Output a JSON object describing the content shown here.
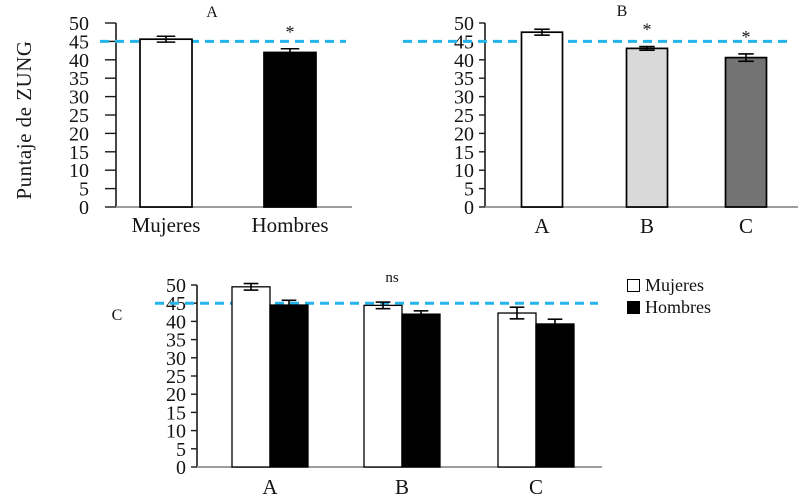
{
  "figure": {
    "ylabel": "Puntaje de ZUNG",
    "reference_line": {
      "value": 45,
      "color": "#24b4ec",
      "style": "dashed"
    },
    "axis_colors": {
      "y_axis": "#1a1a1a",
      "x_axis": "#9e9e9e"
    }
  },
  "legend": {
    "items": [
      {
        "label": "Mujeres",
        "fill": "#ffffff"
      },
      {
        "label": "Hombres",
        "fill": "#000000"
      }
    ]
  },
  "chart_data": [
    {
      "id": "panel-a",
      "type": "bar",
      "title": "A",
      "categories": [
        "Mujeres",
        "Hombres"
      ],
      "values": [
        45.6,
        42.0
      ],
      "errors": [
        0.8,
        1.0
      ],
      "bar_colors": [
        "#ffffff",
        "#000000"
      ],
      "annotations": [
        {
          "text": "*",
          "category_index": 1
        }
      ],
      "ylim": [
        0,
        50
      ],
      "ytick_step": 5,
      "reference_line": 45,
      "ylabel": "Puntaje de ZUNG"
    },
    {
      "id": "panel-b",
      "type": "bar",
      "title": "B",
      "categories": [
        "A",
        "B",
        "C"
      ],
      "values": [
        47.5,
        43.1,
        40.6
      ],
      "errors": [
        0.8,
        0.5,
        1.0
      ],
      "bar_colors": [
        "#ffffff",
        "#d9d9d9",
        "#737373"
      ],
      "annotations": [
        {
          "text": "*",
          "category_index": 1
        },
        {
          "text": "*",
          "category_index": 2
        }
      ],
      "ylim": [
        0,
        50
      ],
      "ytick_step": 5,
      "reference_line": 45
    },
    {
      "id": "panel-c",
      "type": "bar",
      "grouped": true,
      "title": "C",
      "subtitle": "ns",
      "categories": [
        "A",
        "B",
        "C"
      ],
      "series": [
        {
          "name": "Mujeres",
          "fill": "#ffffff",
          "values": [
            49.5,
            44.4,
            42.3
          ],
          "errors": [
            0.9,
            0.9,
            1.6
          ]
        },
        {
          "name": "Hombres",
          "fill": "#000000",
          "values": [
            44.5,
            42.0,
            39.3
          ],
          "errors": [
            1.3,
            0.9,
            1.3
          ]
        }
      ],
      "ylim": [
        0,
        50
      ],
      "ytick_step": 5,
      "reference_line": 45
    }
  ]
}
